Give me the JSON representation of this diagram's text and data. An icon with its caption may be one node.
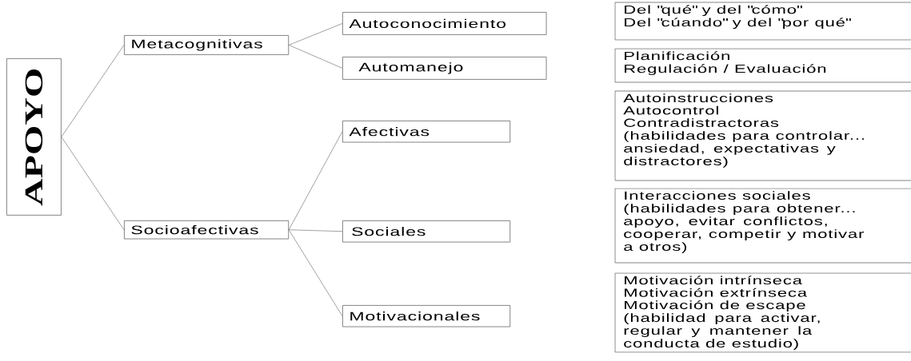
{
  "diagram": {
    "nodes": [
      {
        "text": [
          "APOYO"
        ]
      },
      {
        "text": [
          "Metacognitivas"
        ]
      },
      {
        "text": [
          "Socioafectivas"
        ]
      },
      {
        "text": [
          "Autoconocimiento"
        ]
      },
      {
        "text": [
          "Automanejo"
        ]
      },
      {
        "text": [
          "Afectivas"
        ]
      },
      {
        "text": [
          "Sociales"
        ]
      },
      {
        "text": [
          "Motivacionales"
        ]
      },
      {
        "text": [
          "Del \"qué\" y del \"cómo\"",
          "Del \"cúando\" y del \"por qué\""
        ]
      },
      {
        "text": [
          "Planificación",
          "Regulación / Evaluación"
        ]
      },
      {
        "text": [
          "Autoinstrucciones",
          "Autocontrol",
          "Contradistractoras",
          "(habilidades para controlar... ansiedad, expectativas y distractores)"
        ]
      },
      {
        "text": [
          "Interacciones sociales",
          "(habilidades para obtener... apoyo, evitar conflictos, cooperar, competir y motivar a otros)"
        ]
      },
      {
        "text": [
          "Motivación intrínseca",
          "Motivación extrínseca",
          "Motivación de escape",
          "(habilidad para activar, regular y mantener la conducta de estudio)"
        ]
      }
    ],
    "edges": [
      {
        "from": 0,
        "to": 1,
        "arrow": "none"
      },
      {
        "from": 0,
        "to": 2,
        "arrow": "none"
      },
      {
        "from": 1,
        "to": 3,
        "arrow": "none"
      },
      {
        "from": 1,
        "to": 4,
        "arrow": "none"
      },
      {
        "from": 2,
        "to": 5,
        "arrow": "none"
      },
      {
        "from": 2,
        "to": 6,
        "arrow": "none"
      },
      {
        "from": 2,
        "to": 7,
        "arrow": "none"
      }
    ]
  }
}
